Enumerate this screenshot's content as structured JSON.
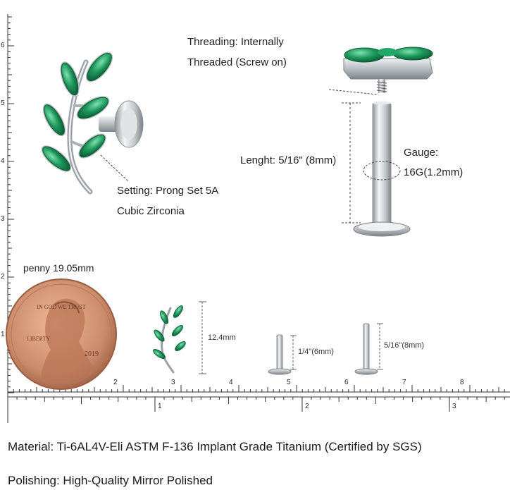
{
  "callouts": {
    "threading_line1": "Threading: Internally",
    "threading_line2": "Threaded (Screw on)",
    "setting_line1": "Setting: Prong Set 5A",
    "setting_line2": "Cubic Zirconia",
    "length": "Lenght: 5/16\" (8mm)",
    "gauge_line1": "Gauge:",
    "gauge_line2": "16G(1.2mm)"
  },
  "size_labels": {
    "penny": "penny 19.05mm",
    "coin_top": "IN GOD WE TRUST",
    "coin_left": "LIBERTY",
    "coin_year": "2019",
    "leaf_height": "12.4mm",
    "post_short": "1/4\"(6mm)",
    "post_long": "5/16\"(8mm)"
  },
  "ruler": {
    "vertical_cm": [
      "1",
      "2",
      "3",
      "4",
      "5",
      "6"
    ],
    "horizontal_cm": [
      "2",
      "3",
      "4",
      "5",
      "6",
      "7",
      "8"
    ],
    "inches": [
      "1",
      "2",
      "3"
    ]
  },
  "footer": {
    "material": "Material: Ti-6AL4V-Eli ASTM F-136 Implant Grade Titanium (Certified by SGS)",
    "polishing": "Polishing: High-Quality Mirror Polished"
  },
  "colors": {
    "gem": "#1f9a5e",
    "metal": "#c9cdd1",
    "copper": "#c98a6a"
  }
}
